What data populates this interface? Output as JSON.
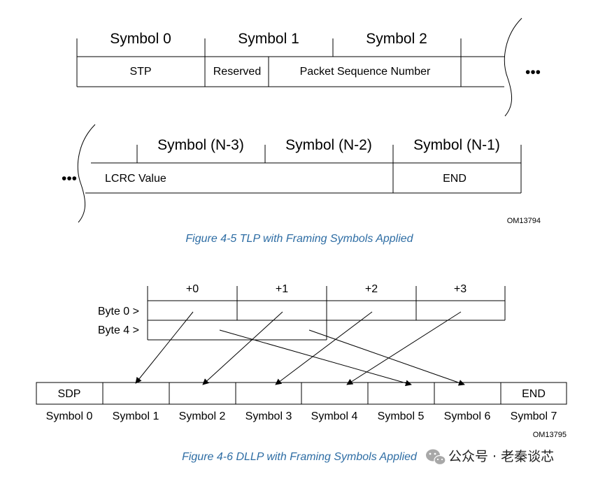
{
  "figure_5": {
    "top_symbols": [
      "Symbol 0",
      "Symbol 1",
      "Symbol 2"
    ],
    "top_fields": [
      "STP",
      "Reserved",
      "Packet Sequence Number"
    ],
    "ellipsis": "•••",
    "bottom_symbols": [
      "Symbol (N-3)",
      "Symbol (N-2)",
      "Symbol (N-1)"
    ],
    "bottom_fields": [
      "LCRC Value",
      "END"
    ],
    "id_code": "OM13794",
    "caption": "Figure  4-5  TLP with Framing Symbols Applied"
  },
  "figure_6": {
    "byte_offsets": [
      "+0",
      "+1",
      "+2",
      "+3"
    ],
    "byte_rows": [
      "Byte 0 >",
      "Byte 4 >"
    ],
    "symbol_cells": [
      "SDP",
      "",
      "",
      "",
      "",
      "",
      "",
      "END"
    ],
    "symbol_labels": [
      "Symbol 0",
      "Symbol 1",
      "Symbol 2",
      "Symbol 3",
      "Symbol 4",
      "Symbol 5",
      "Symbol 6",
      "Symbol 7"
    ],
    "id_code": "OM13795",
    "caption": "Figure  4-6  DLLP with Framing Symbols Applied"
  },
  "watermark": {
    "icon": "wechat-icon",
    "text": "公众号 · 老秦谈芯"
  }
}
